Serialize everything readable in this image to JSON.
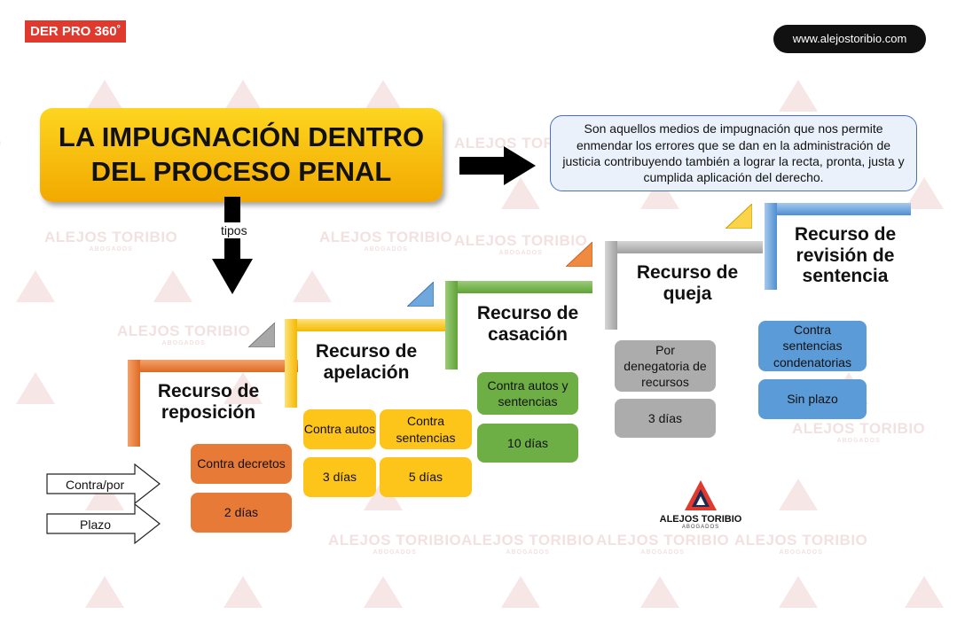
{
  "brand": {
    "tag_main": "DER PRO 360",
    "tag_sup": "°",
    "website": "www.alejostoribio.com"
  },
  "title": "LA IMPUGNACIÓN DENTRO DEL PROCESO PENAL",
  "definition": "Son aquellos medios de impugnación que nos permite enmendar los errores que se dan en la administración de justicia contribuyendo también a lograr la recta, pronta, justa y cumplida aplicación del derecho.",
  "tipos_label": "tipos",
  "legend": {
    "contra_por": "Contra/por",
    "plazo": "Plazo"
  },
  "recursos": {
    "reposicion": {
      "name": "Recurso de reposición",
      "contra": "Contra decretos",
      "plazo": "2 días"
    },
    "apelacion": {
      "name": "Recurso de apelación",
      "contra_a": "Contra autos",
      "plazo_a": "3 días",
      "contra_b": "Contra sentencias",
      "plazo_b": "5 días"
    },
    "casacion": {
      "name": "Recurso de casación",
      "contra": "Contra autos y sentencias",
      "plazo": "10 días"
    },
    "queja": {
      "name": "Recurso de queja",
      "contra": "Por denegatoria de recursos",
      "plazo": "3 días"
    },
    "revision": {
      "name": "Recurso de revisión de sentencia",
      "contra": "Contra sentencias condenatorias",
      "plazo": "Sin plazo"
    }
  },
  "center_logo": {
    "name": "ALEJOS TORIBIO",
    "sub": "ABOGADOS"
  },
  "watermark": {
    "name": "ALEJOS TORIBIO",
    "sub": "ABOGADOS"
  },
  "colors": {
    "orange": "#e87a38",
    "yellow": "#fdc419",
    "green": "#6daf45",
    "gray": "#acacac",
    "blue": "#5b9bd8",
    "brand_red": "#e03a2f"
  }
}
